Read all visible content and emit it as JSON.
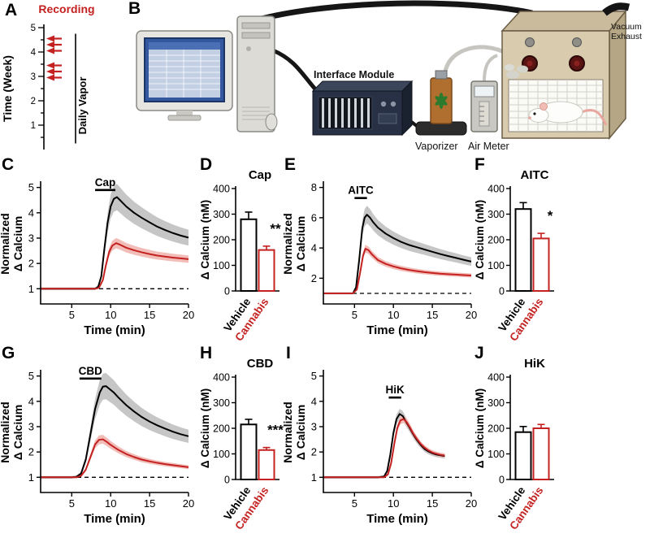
{
  "letters": {
    "a": "A",
    "b": "B",
    "c": "C",
    "d": "D",
    "e": "E",
    "f": "F",
    "g": "G",
    "h": "H",
    "i": "I",
    "j": "J"
  },
  "colors": {
    "black": "#000000",
    "red": "#c42121",
    "gray_band": "#c6c6c6",
    "pink_band": "#f2bdb8"
  },
  "panel_a": {
    "title": "Recording",
    "title_color": "#c42121",
    "y_label": "Time (Week)",
    "y_ticks": [
      1,
      2,
      3,
      4,
      5
    ],
    "y_max": 5,
    "recording_weeks": [
      4.55,
      4.3,
      4.05,
      3.45,
      3.2,
      2.95
    ],
    "vapor_span": [
      0.25,
      4.75
    ],
    "vapor_label": "Daily Vapor"
  },
  "panel_b": {
    "labels": {
      "interface_module": "Interface Module",
      "vaporizer": "Vaporizer",
      "air_meter": "Air Meter",
      "vacuum_line1": "Vacuum",
      "vacuum_line2": "Exhaust"
    }
  },
  "chart_data": [
    {
      "panel": "C",
      "type": "line",
      "stim_label": "Cap",
      "stim_span": [
        8,
        10.6
      ],
      "stim_y": 4.9,
      "xlabel": "Time (min)",
      "ylabel_line1": "Normalized",
      "ylabel_line2": "Δ Calcium",
      "xlim": [
        1,
        20
      ],
      "ylim": [
        0.4,
        5.15
      ],
      "x_ticks": [
        5,
        10,
        15,
        20
      ],
      "y_ticks": [
        1,
        2,
        3,
        4,
        5
      ],
      "baseline": 1,
      "series": [
        {
          "name": "Vehicle",
          "color": "#000000",
          "band": "#c6c6c6",
          "band_min": 0.05,
          "band_k": 0.13,
          "points": [
            [
              1,
              1
            ],
            [
              3,
              1
            ],
            [
              5,
              1
            ],
            [
              7,
              1
            ],
            [
              8,
              1
            ],
            [
              8.4,
              1.08
            ],
            [
              8.8,
              1.5
            ],
            [
              9.2,
              2.6
            ],
            [
              9.6,
              3.6
            ],
            [
              10,
              4.25
            ],
            [
              10.4,
              4.55
            ],
            [
              10.8,
              4.62
            ],
            [
              11.2,
              4.5
            ],
            [
              12,
              4.25
            ],
            [
              13,
              4.0
            ],
            [
              14,
              3.8
            ],
            [
              15,
              3.62
            ],
            [
              16,
              3.45
            ],
            [
              17,
              3.32
            ],
            [
              18,
              3.2
            ],
            [
              19,
              3.1
            ],
            [
              20,
              3.02
            ]
          ]
        },
        {
          "name": "Cannabis",
          "color": "#c42121",
          "band": "#f2bdb8",
          "band_min": 0.04,
          "band_k": 0.09,
          "points": [
            [
              1,
              1
            ],
            [
              3,
              1
            ],
            [
              5,
              1
            ],
            [
              7,
              1
            ],
            [
              8,
              1
            ],
            [
              8.5,
              1.04
            ],
            [
              9,
              1.35
            ],
            [
              9.4,
              1.95
            ],
            [
              9.8,
              2.45
            ],
            [
              10.2,
              2.7
            ],
            [
              10.7,
              2.8
            ],
            [
              11.2,
              2.74
            ],
            [
              12,
              2.62
            ],
            [
              13,
              2.52
            ],
            [
              14,
              2.44
            ],
            [
              15,
              2.37
            ],
            [
              16,
              2.31
            ],
            [
              17,
              2.27
            ],
            [
              18,
              2.23
            ],
            [
              19,
              2.2
            ],
            [
              20,
              2.17
            ]
          ]
        }
      ]
    },
    {
      "panel": "D",
      "type": "bar",
      "title": "Cap",
      "ylabel": "Δ Calcium (nM)",
      "ylim": [
        0,
        400
      ],
      "y_ticks": [
        0,
        100,
        200,
        300,
        400
      ],
      "categories": [
        "Vehicle",
        "Cannabis"
      ],
      "values": [
        280,
        160
      ],
      "errors": [
        28,
        15
      ],
      "edge_colors": [
        "#000000",
        "#c42121"
      ],
      "label_colors": [
        "#000000",
        "#c42121"
      ],
      "significance": "**"
    },
    {
      "panel": "E",
      "type": "line",
      "stim_label": "AITC",
      "stim_span": [
        5,
        6.6
      ],
      "stim_y": 7.3,
      "xlabel": "Time (min)",
      "ylabel_line1": "Normalized",
      "ylabel_line2": "Δ Calcium",
      "xlim": [
        1,
        20
      ],
      "ylim": [
        0.3,
        8.25
      ],
      "x_ticks": [
        5,
        10,
        15,
        20
      ],
      "y_ticks": [
        2,
        4,
        6,
        8
      ],
      "baseline": 1,
      "series": [
        {
          "name": "Vehicle",
          "color": "#000000",
          "band": "#c6c6c6",
          "band_min": 0.07,
          "band_k": 0.1,
          "points": [
            [
              1,
              1
            ],
            [
              2,
              1
            ],
            [
              3,
              1
            ],
            [
              4,
              1
            ],
            [
              4.8,
              1
            ],
            [
              5.2,
              1.4
            ],
            [
              5.6,
              3.2
            ],
            [
              6,
              5.3
            ],
            [
              6.3,
              6.0
            ],
            [
              6.6,
              6.2
            ],
            [
              7,
              6.0
            ],
            [
              7.4,
              5.7
            ],
            [
              8,
              5.35
            ],
            [
              9,
              4.95
            ],
            [
              10,
              4.65
            ],
            [
              11,
              4.4
            ],
            [
              12,
              4.2
            ],
            [
              13,
              4.05
            ],
            [
              14,
              3.9
            ],
            [
              15,
              3.75
            ],
            [
              16,
              3.6
            ],
            [
              17,
              3.47
            ],
            [
              18,
              3.35
            ],
            [
              19,
              3.22
            ],
            [
              20,
              3.1
            ]
          ]
        },
        {
          "name": "Cannabis",
          "color": "#c42121",
          "band": "#f2bdb8",
          "band_min": 0.05,
          "band_k": 0.07,
          "points": [
            [
              1,
              1
            ],
            [
              2,
              1
            ],
            [
              3,
              1
            ],
            [
              4,
              1
            ],
            [
              4.8,
              1
            ],
            [
              5.3,
              1.25
            ],
            [
              5.7,
              2.3
            ],
            [
              6.1,
              3.5
            ],
            [
              6.4,
              3.95
            ],
            [
              6.8,
              3.85
            ],
            [
              7.2,
              3.6
            ],
            [
              7.6,
              3.4
            ],
            [
              8,
              3.2
            ],
            [
              9,
              2.95
            ],
            [
              10,
              2.78
            ],
            [
              11,
              2.65
            ],
            [
              12,
              2.55
            ],
            [
              13,
              2.47
            ],
            [
              14,
              2.4
            ],
            [
              15,
              2.35
            ],
            [
              16,
              2.3
            ],
            [
              17,
              2.27
            ],
            [
              18,
              2.24
            ],
            [
              19,
              2.21
            ],
            [
              20,
              2.18
            ]
          ]
        }
      ]
    },
    {
      "panel": "F",
      "type": "bar",
      "title": "AITC",
      "ylabel": "Δ Calcium (nM)",
      "ylim": [
        0,
        400
      ],
      "y_ticks": [
        0,
        100,
        200,
        300,
        400
      ],
      "categories": [
        "Vehicle",
        "Cannabis"
      ],
      "values": [
        320,
        205
      ],
      "errors": [
        25,
        20
      ],
      "edge_colors": [
        "#000000",
        "#c42121"
      ],
      "label_colors": [
        "#000000",
        "#c42121"
      ],
      "significance": "*"
    },
    {
      "panel": "G",
      "type": "line",
      "stim_label": "CBD",
      "stim_span": [
        6,
        8.8
      ],
      "stim_y": 4.9,
      "xlabel": "Time (min)",
      "ylabel_line1": "Normalized",
      "ylabel_line2": "Δ Calcium",
      "xlim": [
        1,
        20
      ],
      "ylim": [
        0.4,
        5.15
      ],
      "x_ticks": [
        5,
        10,
        15,
        20
      ],
      "y_ticks": [
        1,
        2,
        3,
        4,
        5
      ],
      "baseline": 1,
      "series": [
        {
          "name": "Vehicle",
          "color": "#000000",
          "band": "#c6c6c6",
          "band_min": 0.05,
          "band_k": 0.13,
          "points": [
            [
              1,
              1
            ],
            [
              2,
              1
            ],
            [
              3,
              1
            ],
            [
              4,
              1
            ],
            [
              5,
              1
            ],
            [
              5.6,
              1.02
            ],
            [
              6.2,
              1.15
            ],
            [
              6.8,
              1.7
            ],
            [
              7.4,
              2.7
            ],
            [
              8,
              3.7
            ],
            [
              8.6,
              4.35
            ],
            [
              9,
              4.58
            ],
            [
              9.4,
              4.6
            ],
            [
              9.8,
              4.5
            ],
            [
              10.4,
              4.35
            ],
            [
              11,
              4.15
            ],
            [
              12,
              3.85
            ],
            [
              13,
              3.6
            ],
            [
              14,
              3.38
            ],
            [
              15,
              3.2
            ],
            [
              16,
              3.05
            ],
            [
              17,
              2.92
            ],
            [
              18,
              2.8
            ],
            [
              19,
              2.7
            ],
            [
              20,
              2.62
            ]
          ]
        },
        {
          "name": "Cannabis",
          "color": "#c42121",
          "band": "#f2bdb8",
          "band_min": 0.04,
          "band_k": 0.09,
          "points": [
            [
              1,
              1
            ],
            [
              2,
              1
            ],
            [
              3,
              1
            ],
            [
              4,
              1
            ],
            [
              5,
              1
            ],
            [
              5.6,
              1
            ],
            [
              6.2,
              1.06
            ],
            [
              6.8,
              1.3
            ],
            [
              7.4,
              1.8
            ],
            [
              8,
              2.3
            ],
            [
              8.5,
              2.48
            ],
            [
              9,
              2.5
            ],
            [
              9.5,
              2.4
            ],
            [
              10,
              2.28
            ],
            [
              11,
              2.08
            ],
            [
              12,
              1.92
            ],
            [
              13,
              1.8
            ],
            [
              14,
              1.7
            ],
            [
              15,
              1.63
            ],
            [
              16,
              1.57
            ],
            [
              17,
              1.52
            ],
            [
              18,
              1.48
            ],
            [
              19,
              1.44
            ],
            [
              20,
              1.4
            ]
          ]
        }
      ]
    },
    {
      "panel": "H",
      "type": "bar",
      "title": "CBD",
      "ylabel": "Δ Calcium (nM)",
      "ylim": [
        0,
        400
      ],
      "y_ticks": [
        0,
        100,
        200,
        300,
        400
      ],
      "categories": [
        "Vehicle",
        "Cannabis"
      ],
      "values": [
        215,
        115
      ],
      "errors": [
        20,
        10
      ],
      "edge_colors": [
        "#000000",
        "#c42121"
      ],
      "label_colors": [
        "#000000",
        "#c42121"
      ],
      "significance": "***"
    },
    {
      "panel": "I",
      "type": "line",
      "stim_label": "HiK",
      "stim_span": [
        9.4,
        11
      ],
      "stim_y": 4.15,
      "xlabel": "Time (min)",
      "ylabel_line1": "Normalized",
      "ylabel_line2": "Δ Calcium",
      "xlim": [
        1,
        20
      ],
      "ylim": [
        0.4,
        5.15
      ],
      "x_ticks": [
        5,
        10,
        15,
        20
      ],
      "y_ticks": [
        1,
        2,
        3,
        4,
        5
      ],
      "baseline": 1,
      "series": [
        {
          "name": "Vehicle",
          "color": "#000000",
          "band": "#c6c6c6",
          "band_min": 0.05,
          "band_k": 0.06,
          "points": [
            [
              1,
              1
            ],
            [
              2,
              1
            ],
            [
              3,
              1
            ],
            [
              4,
              1
            ],
            [
              5,
              1
            ],
            [
              6,
              1
            ],
            [
              7,
              1
            ],
            [
              8,
              1
            ],
            [
              8.8,
              1.03
            ],
            [
              9.2,
              1.25
            ],
            [
              9.6,
              1.9
            ],
            [
              10,
              2.75
            ],
            [
              10.4,
              3.3
            ],
            [
              10.8,
              3.5
            ],
            [
              11.2,
              3.42
            ],
            [
              11.6,
              3.2
            ],
            [
              12,
              3.0
            ],
            [
              12.5,
              2.72
            ],
            [
              13,
              2.48
            ],
            [
              13.5,
              2.28
            ],
            [
              14,
              2.12
            ],
            [
              14.5,
              2.02
            ],
            [
              15,
              1.95
            ],
            [
              15.5,
              1.9
            ],
            [
              16,
              1.87
            ],
            [
              16.6,
              1.84
            ]
          ]
        },
        {
          "name": "Cannabis",
          "color": "#c42121",
          "band": "#f2bdb8",
          "band_min": 0.04,
          "band_k": 0.05,
          "points": [
            [
              1,
              1
            ],
            [
              2,
              1
            ],
            [
              3,
              1
            ],
            [
              4,
              1
            ],
            [
              5,
              1
            ],
            [
              6,
              1
            ],
            [
              7,
              1
            ],
            [
              8,
              1
            ],
            [
              8.8,
              1
            ],
            [
              9.3,
              1.12
            ],
            [
              9.7,
              1.55
            ],
            [
              10.1,
              2.3
            ],
            [
              10.5,
              2.95
            ],
            [
              10.9,
              3.25
            ],
            [
              11.3,
              3.3
            ],
            [
              11.7,
              3.18
            ],
            [
              12.1,
              2.98
            ],
            [
              12.5,
              2.75
            ],
            [
              13,
              2.52
            ],
            [
              13.5,
              2.32
            ],
            [
              14,
              2.17
            ],
            [
              14.5,
              2.06
            ],
            [
              15,
              1.98
            ],
            [
              15.5,
              1.93
            ],
            [
              16,
              1.89
            ],
            [
              16.6,
              1.86
            ]
          ]
        }
      ]
    },
    {
      "panel": "J",
      "type": "bar",
      "title": "HiK",
      "ylabel": "Δ Calcium (nM)",
      "ylim": [
        0,
        400
      ],
      "y_ticks": [
        0,
        100,
        200,
        300,
        400
      ],
      "categories": [
        "Vehicle",
        "Cannabis"
      ],
      "values": [
        185,
        200
      ],
      "errors": [
        22,
        15
      ],
      "edge_colors": [
        "#000000",
        "#c42121"
      ],
      "label_colors": [
        "#000000",
        "#c42121"
      ],
      "significance": ""
    }
  ]
}
